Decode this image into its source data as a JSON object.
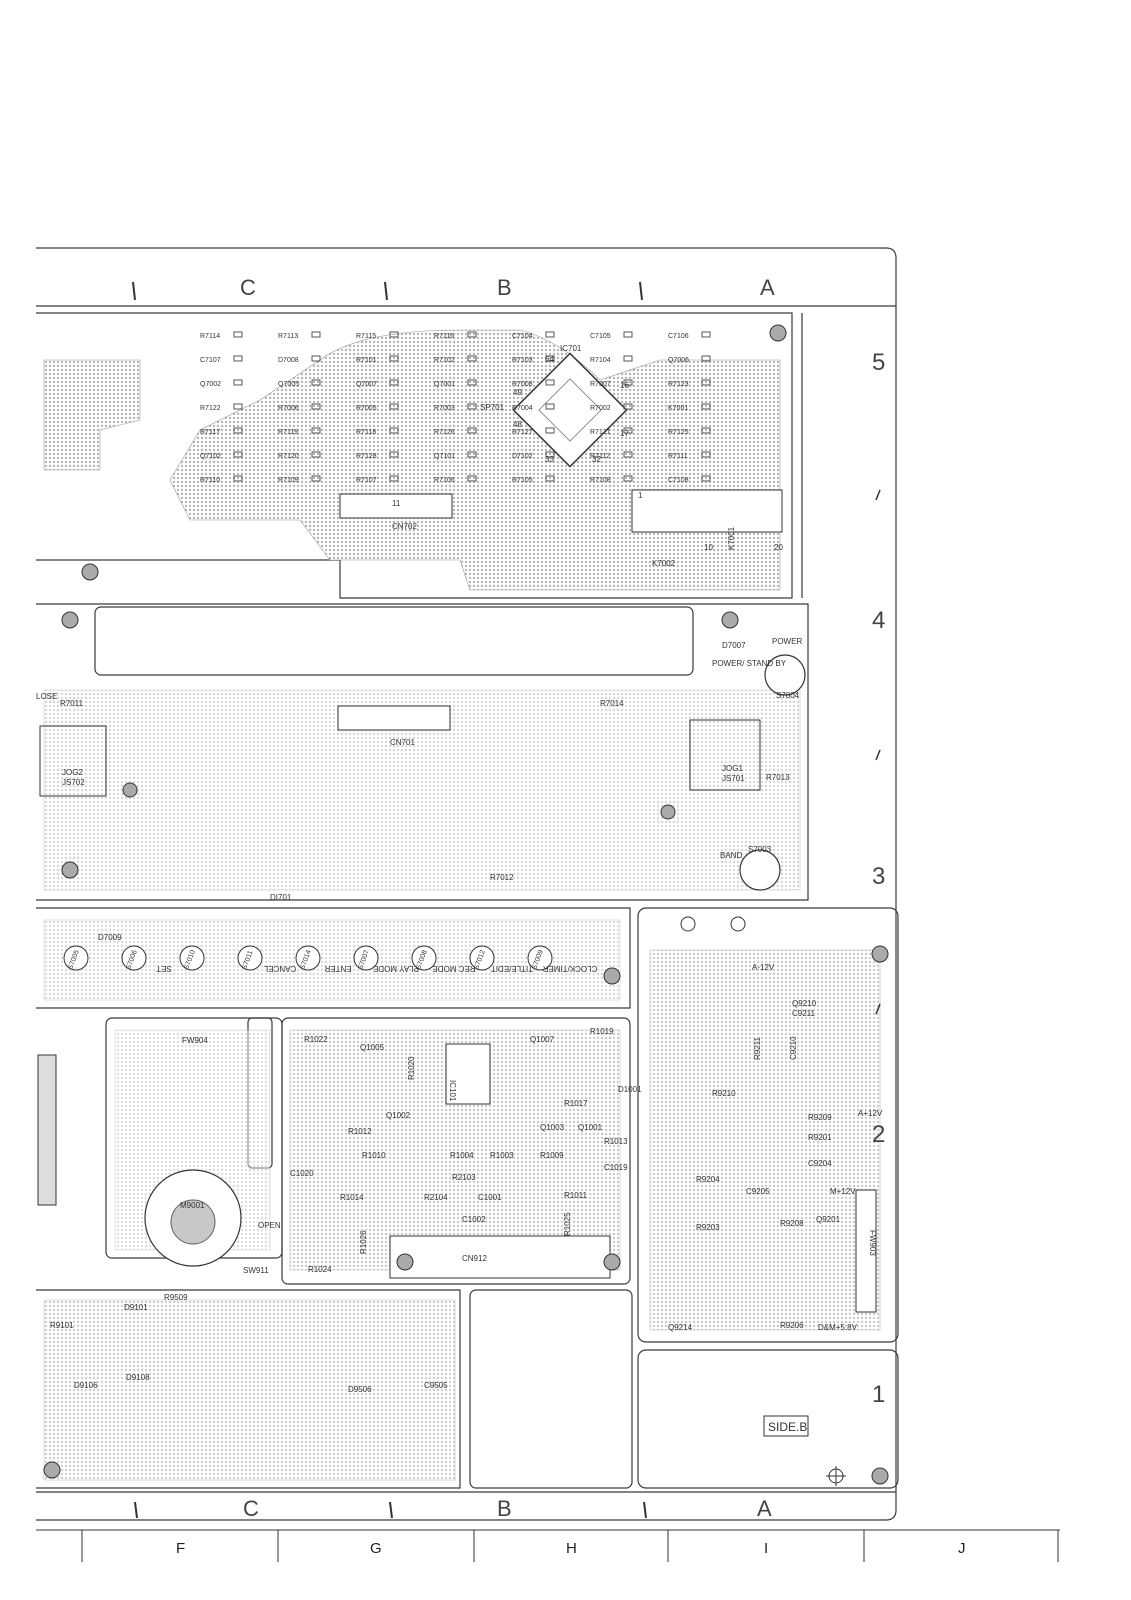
{
  "top_letters": [
    "C",
    "B",
    "A"
  ],
  "bottom_letters": [
    "C",
    "B",
    "A"
  ],
  "row_numbers": [
    "5",
    "4",
    "3",
    "2",
    "1"
  ],
  "grid_columns": [
    "F",
    "G",
    "H",
    "I",
    "J"
  ],
  "side_label": "SIDE.B",
  "ic_labels": {
    "ic701": "IC701",
    "ic101": "IC101",
    "m9001": "M9001",
    "cn702": "CN702",
    "cn701": "CN701",
    "cn912": "CN912",
    "fw904": "FW904",
    "fw903": "FW903",
    "sw911": "SW911",
    "jog2": "JOG2",
    "js702": "JS702",
    "jog1": "JOG1",
    "js701": "JS701",
    "k7002": "K7002",
    "k7001": "K7001",
    "sp701": "SP701",
    "d7007": "D7007",
    "s7004": "S7004",
    "s7003": "S7003",
    "r7012": "R7012",
    "r7014": "R7014",
    "r7011": "R7011",
    "r7013": "R7013",
    "d7009": "D7009",
    "di701": "DI701",
    "r9509": "R9509",
    "r9101": "R9101",
    "d9101": "D9101",
    "d9106": "D9106",
    "d9108": "D9108",
    "d9506": "D9506",
    "c9505": "C9505",
    "r9206": "R9206",
    "q9214": "Q9214",
    "r9203": "R9203",
    "r9204": "R9204",
    "r9209": "R9209",
    "r9201": "R9201",
    "c9204": "C9204",
    "c9205": "C9205",
    "r9208": "R9208",
    "q9201": "Q9201",
    "c9210": "C9210",
    "q9210": "Q9210",
    "c9211": "C9211",
    "r9211": "R9211",
    "r9210": "R9210",
    "r1022": "R1022",
    "q1005": "Q1005",
    "r1019": "R1019",
    "q1007": "Q1007",
    "r1020": "R1020",
    "r1012": "R1012",
    "r1010": "R1010",
    "c1020": "C1020",
    "r1014": "R1014",
    "r1024": "R1024",
    "r1026": "R1026",
    "r1025": "R1025",
    "r1011": "R1011",
    "c1019": "C1019",
    "r1013": "R1013",
    "q1001": "Q1001",
    "q1003": "Q1003",
    "r1017": "R1017",
    "d1001": "D1001",
    "q1002": "Q1002",
    "r1003": "R1003",
    "r1004": "R1004",
    "r1009": "R1009",
    "r2103": "R2103",
    "r2104": "R2104",
    "c1001": "C1001",
    "c1002": "C1002"
  },
  "voltage_labels": {
    "a_minus_12v": "A-12V",
    "a_plus_12v": "A+12V",
    "m_plus_12v": "M+12V",
    "dm_5v8": "D&M+5.8V"
  },
  "button_labels": {
    "power": "POWER",
    "power_standby": "POWER/\nSTAND BY",
    "band": "BAND",
    "open": "OPEN",
    "close": "LOSE"
  },
  "front_buttons": [
    {
      "ref": "S7005",
      "label": ""
    },
    {
      "ref": "S7006",
      "label": "SET"
    },
    {
      "ref": "S7010",
      "label": ""
    },
    {
      "ref": "S7011",
      "label": "CANCEL"
    },
    {
      "ref": "S7014",
      "label": "ENTER"
    },
    {
      "ref": "S7007",
      "label": "PLAY MODE"
    },
    {
      "ref": "S7008",
      "label": "REC MODE"
    },
    {
      "ref": "S7012",
      "label": "TITLE/EDIT"
    },
    {
      "ref": "S7009",
      "label": "CLOCK/TIMER"
    }
  ],
  "top_components": [
    "R7114",
    "R7113",
    "R7115",
    "R7116",
    "C7104",
    "C7105",
    "C7106",
    "C7107",
    "D7008",
    "R7101",
    "R7102",
    "R7103",
    "R7104",
    "Q7006",
    "Q7002",
    "Q7005",
    "Q7007",
    "Q7001",
    "R7008",
    "R7007",
    "R7123",
    "R7122",
    "R7006",
    "R7005",
    "R7003",
    "R7004",
    "R7002",
    "K7001",
    "R7117",
    "R7119",
    "R7118",
    "R7126",
    "R7127",
    "R7121",
    "R7125",
    "Q7102",
    "R7120",
    "R7128",
    "Q7101",
    "D7102",
    "R7112",
    "R7111",
    "R7110",
    "R7109",
    "R7107",
    "R7106",
    "R7105",
    "R7108",
    "C7108"
  ],
  "pin_labels": [
    "64",
    "49",
    "48",
    "33",
    "32",
    "17",
    "16",
    "1",
    "10",
    "20",
    "11"
  ],
  "colors": {
    "trace": "#b8b8b8",
    "outline": "#3a3a3a",
    "pad": "#6a6a6a",
    "background": "#ffffff"
  }
}
